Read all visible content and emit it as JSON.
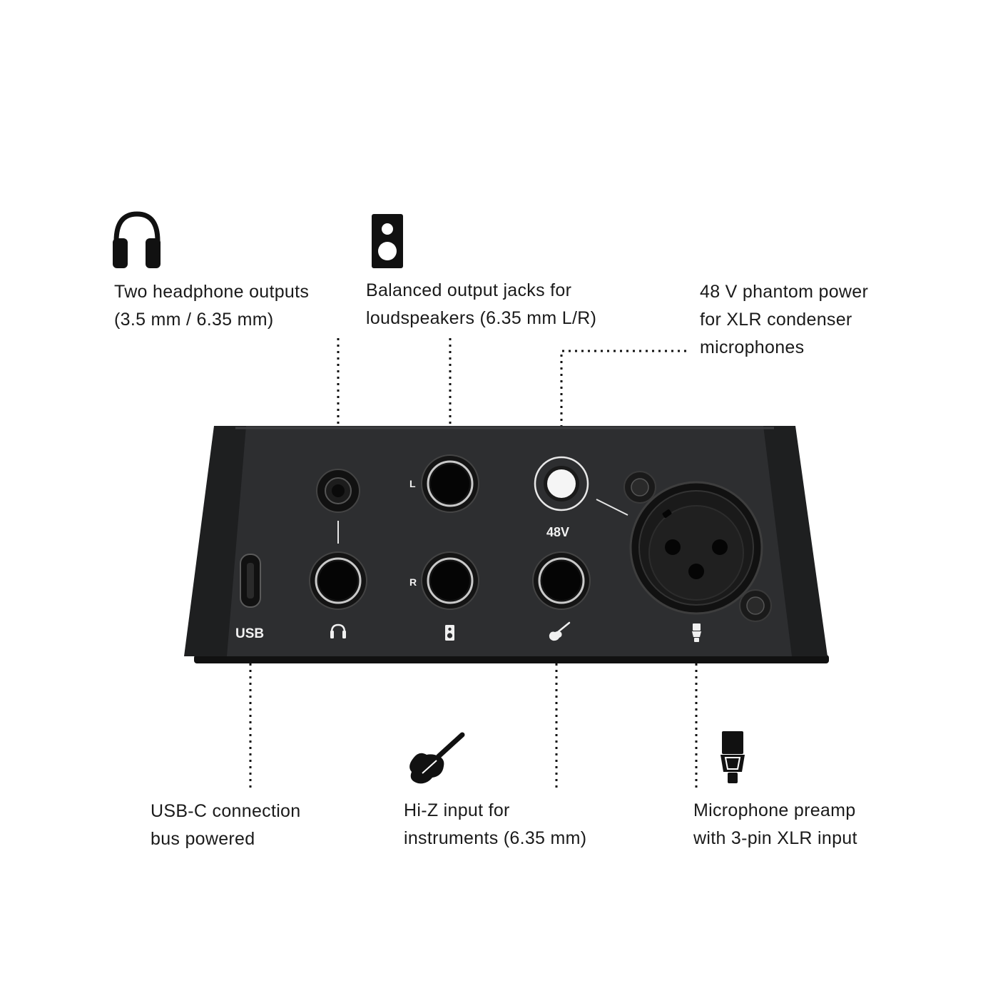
{
  "captions": {
    "headphone": {
      "line1": "Two headphone outputs",
      "line2": "(3.5 mm / 6.35 mm)",
      "icon": "headphones-icon"
    },
    "speaker": {
      "line1": "Balanced output jacks for",
      "line2": "loudspeakers (6.35 mm L/R)",
      "icon": "speaker-icon"
    },
    "phantom": {
      "line1": "48 V phantom power",
      "line2": "for XLR condenser",
      "line3": "microphones"
    },
    "usb": {
      "line1": "USB-C connection",
      "line2": "bus powered"
    },
    "instrument": {
      "line1": "Hi-Z input for",
      "line2": "instruments (6.35 mm)",
      "icon": "guitar-icon"
    },
    "mic": {
      "line1": "Microphone preamp",
      "line2": "with 3-pin XLR input",
      "icon": "microphone-icon"
    }
  },
  "device": {
    "label_l": "L",
    "label_r": "R",
    "label_48v": "48V",
    "label_usb": "USB"
  },
  "colors": {
    "device_body": "#2b2c2e",
    "device_side": "#1c1c1d",
    "text": "#1a1a1a",
    "label": "#f2f2f2"
  }
}
